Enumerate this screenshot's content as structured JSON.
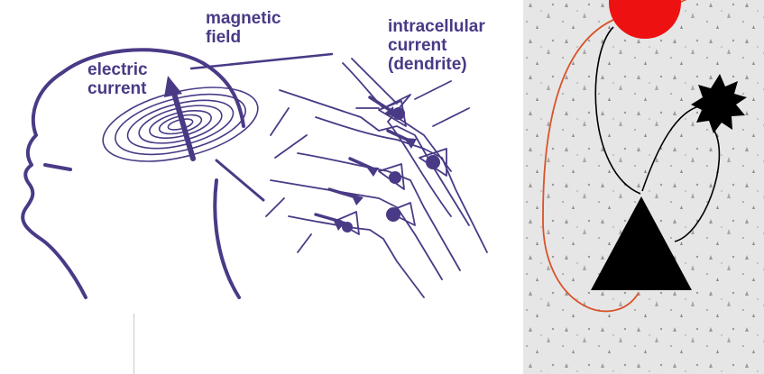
{
  "labels": {
    "magnetic_field": "magnetic\nfield",
    "electric_current": "electric\ncurrent",
    "intracellular_current": "intracellular\ncurrent\n(dendrite)"
  },
  "colors": {
    "ink": "#4a3a86",
    "red_node": "#ee1111",
    "black_node": "#000000",
    "red_connection": "#d9532a",
    "background_texture": "#e6e6e6"
  }
}
